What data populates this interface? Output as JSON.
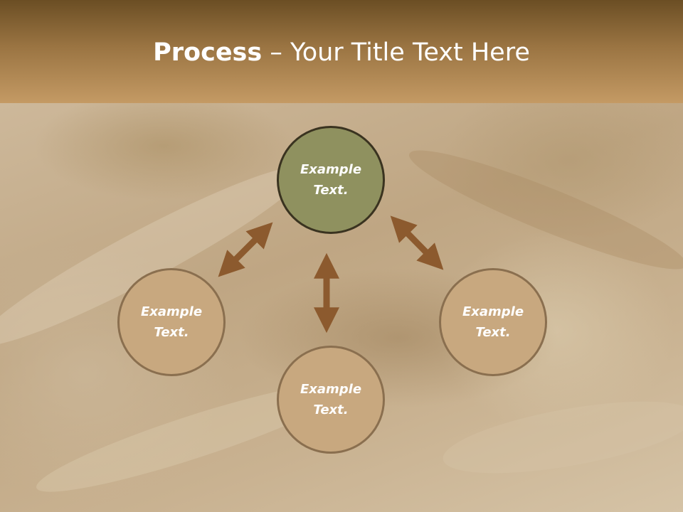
{
  "slide": {
    "title_bold": "Process",
    "title_rest": " – Your Title Text Here"
  },
  "nodes": [
    {
      "id": "top",
      "line1": "Example",
      "line2": "Text.",
      "fill": "#8f915f",
      "highlighted": true
    },
    {
      "id": "left",
      "line1": "Example",
      "line2": "Text.",
      "fill": "#c8a87f",
      "highlighted": false
    },
    {
      "id": "bottom",
      "line1": "Example",
      "line2": "Text.",
      "fill": "#c8a87f",
      "highlighted": false
    },
    {
      "id": "right",
      "line1": "Example",
      "line2": "Text.",
      "fill": "#c8a87f",
      "highlighted": false
    }
  ],
  "connectors": [
    {
      "from": "top",
      "to": "left",
      "style": "double-arrow"
    },
    {
      "from": "top",
      "to": "right",
      "style": "double-arrow"
    },
    {
      "from": "top",
      "to": "bottom",
      "style": "double-arrow"
    }
  ],
  "colors": {
    "header": "#9a7442",
    "arrow": "#8c5a2e"
  }
}
